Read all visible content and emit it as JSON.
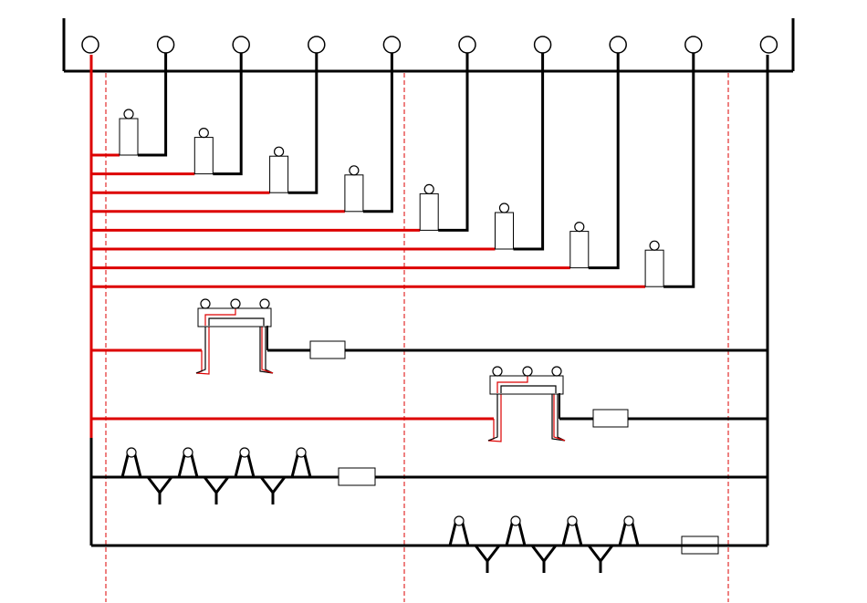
{
  "colors": {
    "background": "#ffffff",
    "wire_black": "#000000",
    "wire_red": "#dd0000",
    "guide_red": "#dd0000"
  },
  "diagram": {
    "terminal_count": 10,
    "column_units": 8,
    "relay_units": 2,
    "ladder_units": 2,
    "ladder_heads_per_unit": 4
  }
}
